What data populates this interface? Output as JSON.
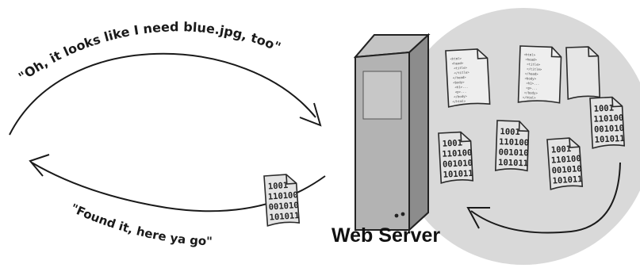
{
  "captions": {
    "request": "\"Oh, it looks like I need blue.jpg, too\"",
    "response": "\"Found it, here ya go\"",
    "server": "Web Server"
  },
  "binary_file": [
    "1001",
    "110100",
    "001010",
    "101011"
  ]
}
